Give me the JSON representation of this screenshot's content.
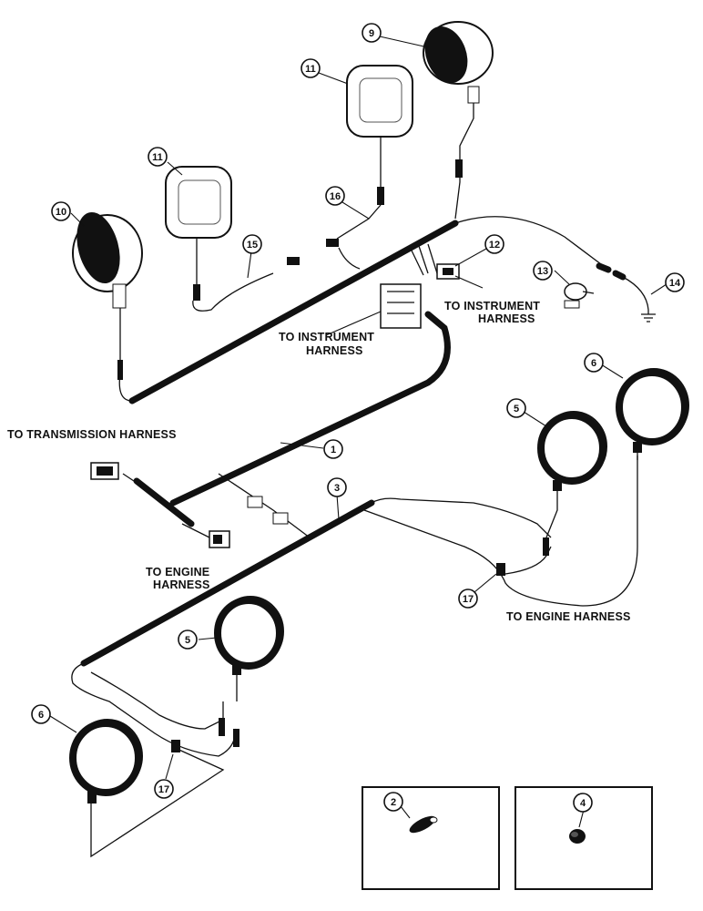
{
  "callouts": {
    "c1": "1",
    "c2": "2",
    "c3": "3",
    "c4": "4",
    "c5a": "5",
    "c5b": "5",
    "c6a": "6",
    "c6b": "6",
    "c9": "9",
    "c10": "10",
    "c11a": "11",
    "c11b": "11",
    "c12": "12",
    "c13": "13",
    "c14": "14",
    "c15": "15",
    "c16": "16",
    "c17a": "17",
    "c17b": "17"
  },
  "labels": {
    "instrument_harness_right_1": "TO INSTRUMENT",
    "instrument_harness_right_2": "HARNESS",
    "instrument_harness_center_1": "TO INSTRUMENT",
    "instrument_harness_center_2": "HARNESS",
    "transmission_harness": "TO TRANSMISSION HARNESS",
    "engine_harness_left_1": "TO ENGINE",
    "engine_harness_left_2": "HARNESS",
    "engine_harness_right": "TO ENGINE HARNESS"
  }
}
